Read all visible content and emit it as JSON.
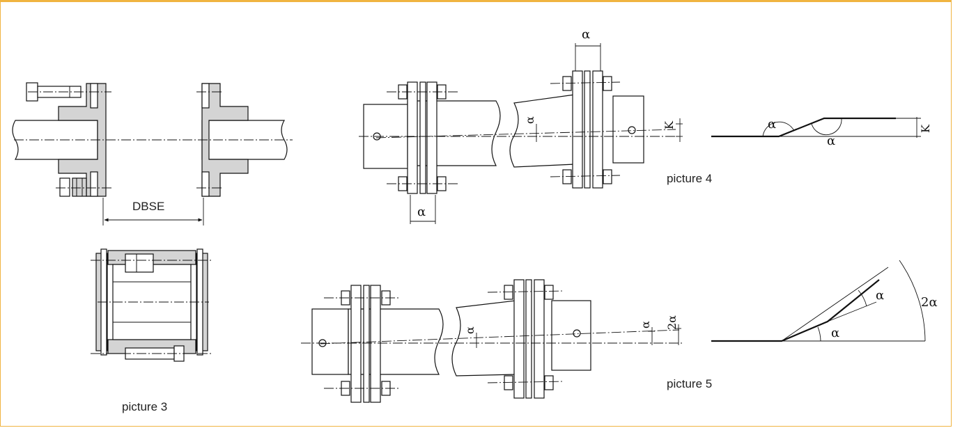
{
  "captions": {
    "picture3": "picture 3",
    "picture4": "picture 4",
    "picture5": "picture 5"
  },
  "labels": {
    "dbse": "DBSE",
    "alpha": "α",
    "two_alpha": "2α",
    "k": "K"
  },
  "colors": {
    "frame_border": "#f0b440",
    "hub_fill": "#d4d4d4"
  }
}
